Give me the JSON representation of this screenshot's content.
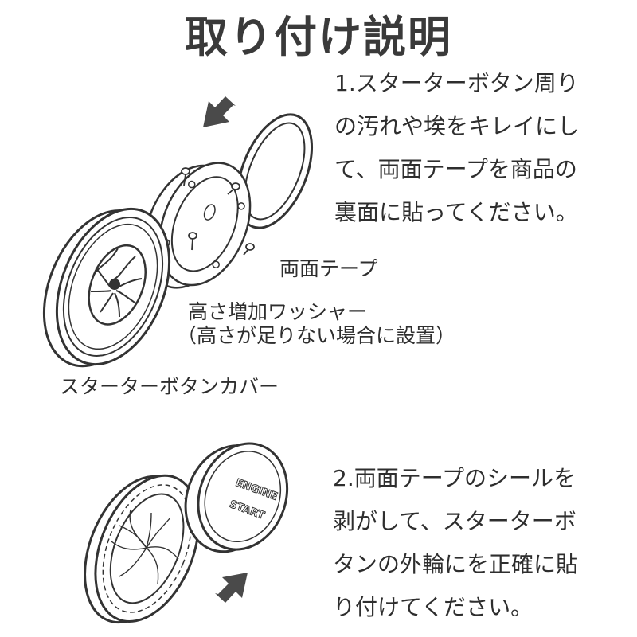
{
  "title": "取り付け説明",
  "step1": {
    "lines": [
      "1.スターターボタン周り",
      "の汚れや埃をキレイにし",
      "て、両面テープを商品の",
      "裏面に貼ってください。"
    ]
  },
  "labels": {
    "tape": "両面テープ",
    "washer": "高さ増加ワッシャー",
    "washer_note": "（高さが足りない場合に設置）",
    "cover": "スターターボタンカバー"
  },
  "button": {
    "line1": "ENGINE",
    "line2": "START"
  },
  "step2": {
    "lines": [
      "2.両面テープのシールを",
      "剥がして、スターターボ",
      "タンの外輪にを正確に貼",
      "り付けてください。"
    ]
  },
  "colors": {
    "text": "#2e2e2e",
    "line": "#333333",
    "arrow": "#4a4a4a"
  }
}
